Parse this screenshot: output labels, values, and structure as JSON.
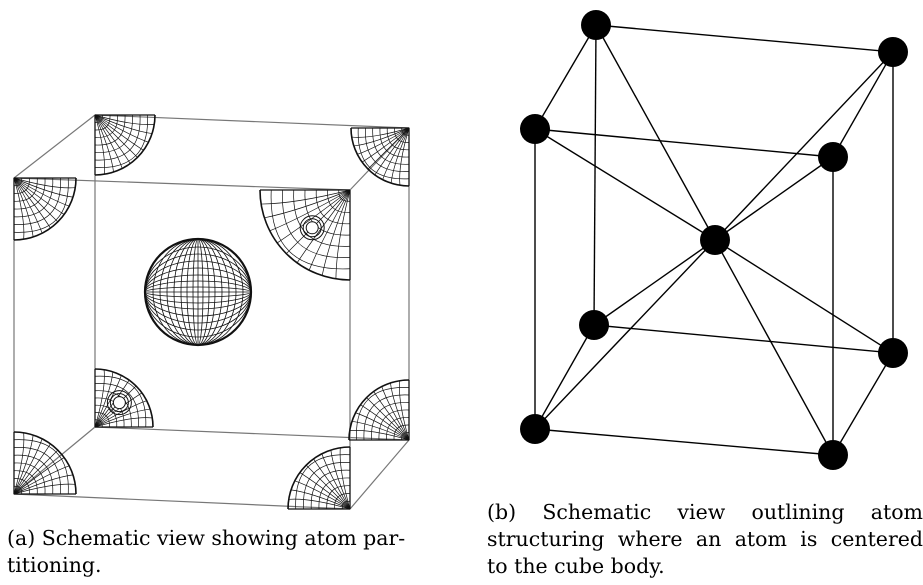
{
  "figure": {
    "panel_a": {
      "caption_lines": [
        "(a) Schematic view showing atom par-",
        "titioning."
      ]
    },
    "panel_b": {
      "caption_lines": [
        "(b)  Schematic view outlining atom",
        "structuring where an atom is centered",
        "to the cube body."
      ]
    }
  }
}
